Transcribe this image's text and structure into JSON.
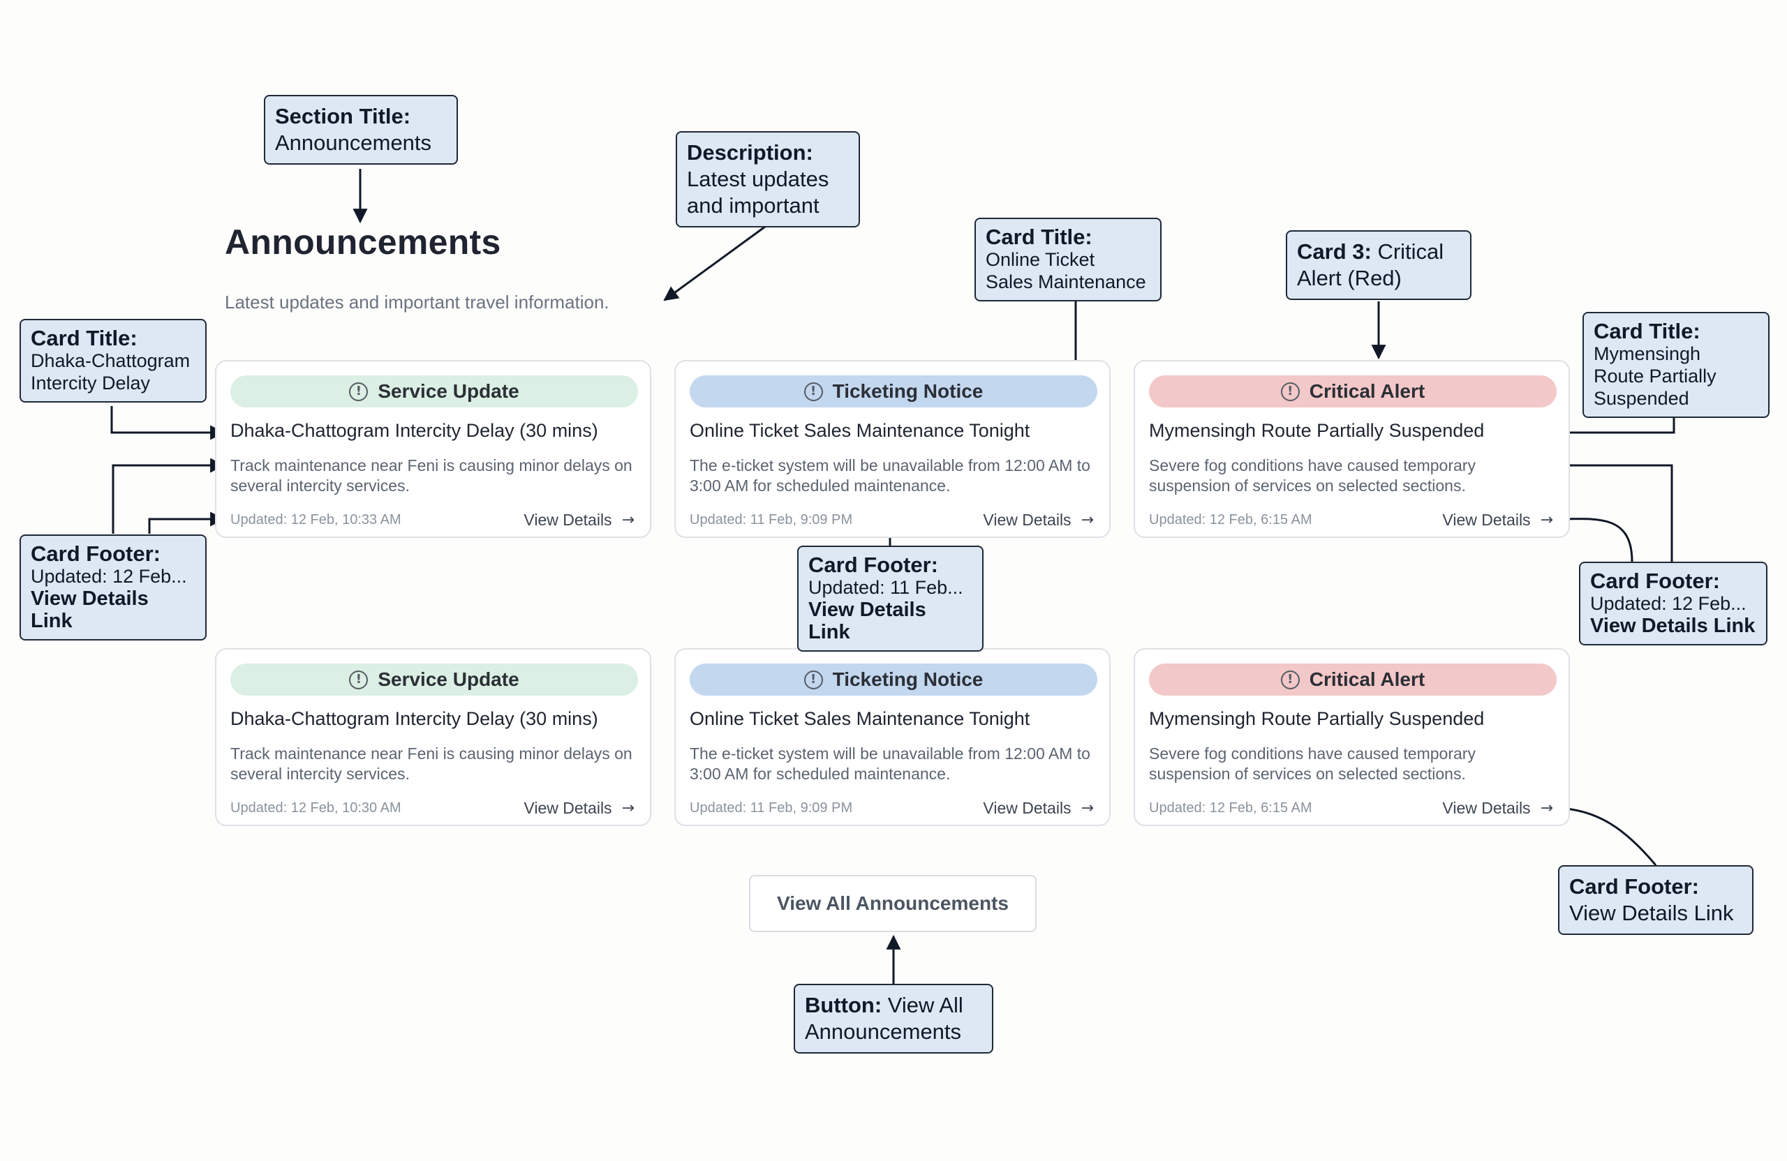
{
  "section": {
    "title": "Announcements",
    "description": "Latest updates and important travel information."
  },
  "cards": [
    {
      "badge": "Service Update",
      "badge_icon": "info-icon",
      "badge_color": "#dcefe4",
      "title": "Dhaka-Chattogram Intercity Delay (30 mins)",
      "desc": "Track maintenance near Feni is causing minor delays on several intercity services.",
      "updated": "Updated: 12 Feb, 10:33 AM",
      "link": "View Details",
      "link_icon": "arrow-right-icon"
    },
    {
      "badge": "Ticketing Notice",
      "badge_icon": "info-icon",
      "badge_color": "#c3d7ef",
      "title": "Online Ticket Sales Maintenance Tonight",
      "desc": "The e-ticket system will be unavailable from 12:00 AM to 3:00 AM for scheduled maintenance.",
      "updated": "Updated: 11 Feb, 9:09 PM",
      "link": "View Details",
      "link_icon": "arrow-right-icon"
    },
    {
      "badge": "Critical Alert",
      "badge_icon": "info-icon",
      "badge_color": "#f3c8c8",
      "title": "Mymensingh Route Partially Suspended",
      "desc": "Severe fog conditions have caused temporary suspension of services on selected sections.",
      "updated": "Updated: 12 Feb, 6:15 AM",
      "link": "View Details",
      "link_icon": "arrow-right-icon"
    },
    {
      "badge": "Service Update",
      "badge_icon": "info-icon",
      "badge_color": "#dcefe4",
      "title": "Dhaka-Chattogram Intercity Delay (30 mins)",
      "desc": "Track maintenance near Feni is causing minor delays on several intercity services.",
      "updated": "Updated: 12 Feb, 10:30 AM",
      "link": "View Details",
      "link_icon": "arrow-right-icon"
    },
    {
      "badge": "Ticketing Notice",
      "badge_icon": "info-icon",
      "badge_color": "#c3d7ef",
      "title": "Online Ticket Sales Maintenance Tonight",
      "desc": "The e-ticket system will be unavailable from 12:00 AM to 3:00 AM for scheduled maintenance.",
      "updated": "Updated: 11 Feb, 9:09 PM",
      "link": "View Details",
      "link_icon": "arrow-right-icon"
    },
    {
      "badge": "Critical Alert",
      "badge_icon": "info-icon",
      "badge_color": "#f3c8c8",
      "title": "Mymensingh Route Partially Suspended",
      "desc": "Severe fog conditions have caused temporary suspension of services on selected sections.",
      "updated": "Updated: 12 Feb, 6:15 AM",
      "link": "View Details",
      "link_icon": "arrow-right-icon"
    }
  ],
  "view_all_button": "View All Announcements",
  "callouts": {
    "section_title": {
      "label": "Section Title:",
      "text": "Announcements"
    },
    "description": {
      "label": "Description:",
      "line1": "Latest updates",
      "line2": "and important"
    },
    "card_title_1": {
      "label": "Card Title:",
      "line1": "Dhaka-Chattogram",
      "line2": "Intercity Delay"
    },
    "card_footer_1": {
      "label": "Card Footer:",
      "line1": "Updated: 12 Feb...",
      "line2": "View Details Link"
    },
    "card_title_2": {
      "label": "Card Title:",
      "line1": "Online Ticket",
      "line2": "Sales Maintenance"
    },
    "card_footer_2": {
      "label": "Card Footer:",
      "line1": "Updated: 11 Feb...",
      "line2": "View Details Link"
    },
    "card_3": {
      "label": "Card 3:",
      "text1": "Critical",
      "line2": "Alert (Red)"
    },
    "card_title_3": {
      "label": "Card Title:",
      "line1": "Mymensingh",
      "line2": "Route Partially",
      "line3": "Suspended"
    },
    "card_footer_3": {
      "label": "Card Footer:",
      "line1": "Updated: 12 Feb...",
      "line2": "View Details Link"
    },
    "card_footer_6": {
      "label": "Card Footer:",
      "line1": "View Details Link"
    },
    "button": {
      "label": "Button:",
      "text1": "View All",
      "line2": "Announcements"
    }
  }
}
